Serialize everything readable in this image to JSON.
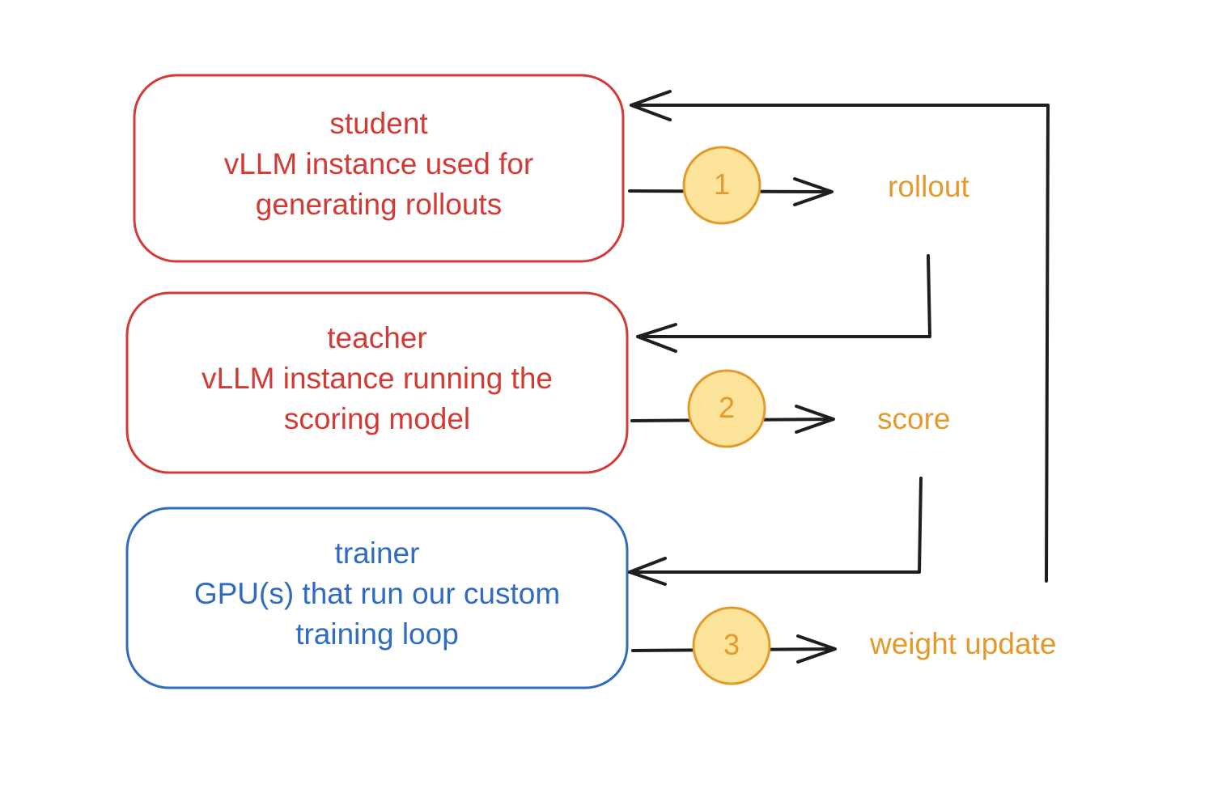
{
  "colors": {
    "red": "#d23b35",
    "blue": "#2f6cbf",
    "orange": "#e39a2c",
    "badge_fill": "#fbe49a",
    "line": "#1e1e1e"
  },
  "boxes": {
    "student": {
      "title": "student",
      "line1": "vLLM instance used for",
      "line2": "generating rollouts"
    },
    "teacher": {
      "title": "teacher",
      "line1": "vLLM instance running the",
      "line2": "scoring model"
    },
    "trainer": {
      "title": "trainer",
      "line1": "GPU(s) that run our custom",
      "line2": "training loop"
    }
  },
  "steps": [
    {
      "number": "1",
      "label": "rollout"
    },
    {
      "number": "2",
      "label": "score"
    },
    {
      "number": "3",
      "label": "weight update"
    }
  ]
}
